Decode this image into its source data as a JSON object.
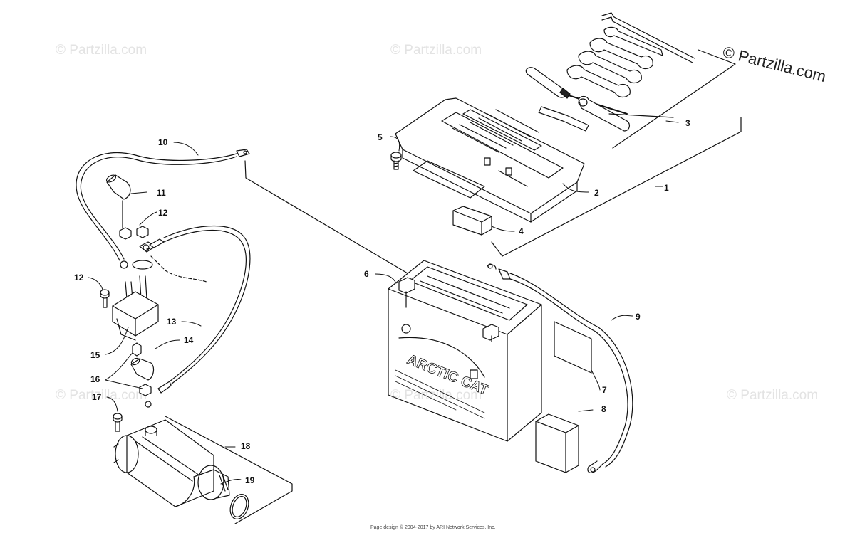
{
  "watermark": {
    "text": "© Partzilla.com"
  },
  "copyright": {
    "text": "© Partzilla.com"
  },
  "footer": {
    "text": "Page design © 2004-2017 by ARI Network Services, Inc."
  },
  "battery": {
    "brand": "ARCTIC CAT"
  },
  "callouts": [
    "1",
    "2",
    "3",
    "4",
    "5",
    "6",
    "7",
    "8",
    "9",
    "10",
    "11",
    "12",
    "12",
    "13",
    "14",
    "15",
    "16",
    "17",
    "18",
    "19"
  ],
  "colors": {
    "line": "#111111",
    "watermark": "#e3e3e3",
    "background": "#ffffff"
  }
}
